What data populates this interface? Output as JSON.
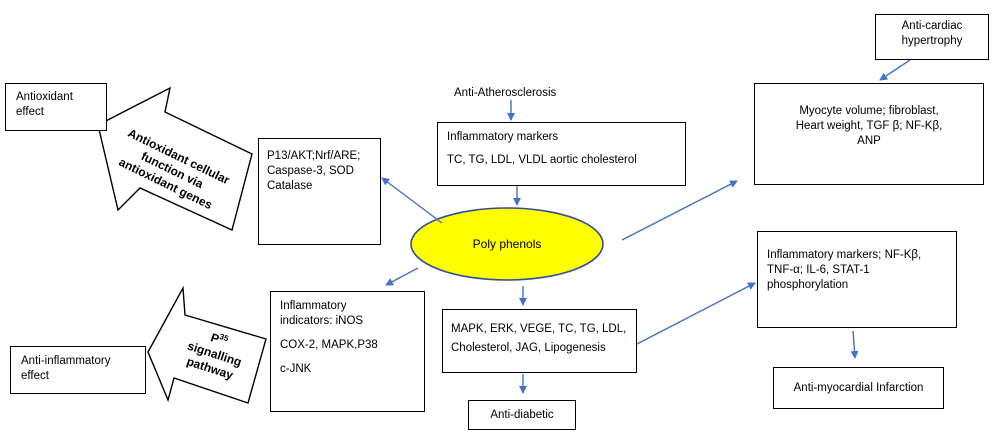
{
  "center": {
    "label": "Poly phenols",
    "fill": "#FFFF00",
    "stroke": "#2F4F9A"
  },
  "arrow_color": "#4472C4",
  "top_label": "Anti-Atherosclerosis",
  "box_inflammatory_markers": {
    "line1": "Inflammatory markers",
    "line2": "TC, TG, LDL, VLDL aortic cholesterol"
  },
  "box_p13": {
    "line1": "P13/AKT;Nrf/ARE;",
    "line2": "Caspase-3, SOD",
    "line3": "Catalase"
  },
  "box_antioxidant_effect": {
    "line1": "Antioxidant",
    "line2": "effect"
  },
  "big_arrow_antioxidant": {
    "line1": "Antioxidant cellular",
    "line2": "function via",
    "line3": "antioxidant genes"
  },
  "box_anti_cardiac": {
    "line1": "Anti-cardiac",
    "line2": "hypertrophy"
  },
  "box_myocyte": {
    "line1": "Myocyte volume; fibroblast,",
    "line2": "Heart weight, TGF β; NF-Kβ,",
    "line3": "ANP"
  },
  "box_inflammatory_indicators": {
    "line1": "Inflammatory",
    "line2": "indicators: iNOS",
    "line3": "COX-2, MAPK,P38",
    "line4": "c-JNK"
  },
  "big_arrow_p35": {
    "line1_base": "P",
    "line1_sup": "35",
    "line2": "signalling",
    "line3": "pathway"
  },
  "box_anti_inflammatory": {
    "line1": "Anti-inflammatory",
    "line2": "effect"
  },
  "box_mapk": {
    "line1": "MAPK, ERK, VEGE, TC, TG, LDL,",
    "line2": "Cholesterol, JAG, Lipogenesis"
  },
  "box_anti_diabetic": {
    "label": "Anti-diabetic"
  },
  "box_inflammatory_nfkb": {
    "line1": "Inflammatory markers; NF-Kβ,",
    "line2": "TNF-α; IL-6, STAT-1",
    "line3": "phosphorylation"
  },
  "box_anti_mi": {
    "label": "Anti-myocardial Infarction"
  }
}
